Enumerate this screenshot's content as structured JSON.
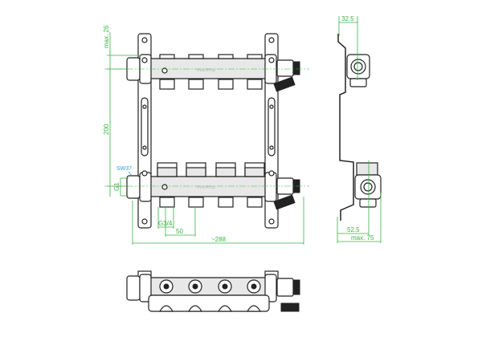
{
  "logo_text": "oventrop",
  "colors": {
    "dimension": "#3cb043",
    "wrench_size": "#2a9fd8",
    "outline": "#222222"
  },
  "front_view": {
    "dim_max_depth_top": "max. 26",
    "dim_height": "200",
    "dim_wrench_size": "SW37",
    "dim_inlet_thread": "G1",
    "dim_outlet_thread": "G3/4",
    "dim_outlet_spacing": "50",
    "dim_total_width": "~288",
    "outlets": 4
  },
  "side_view": {
    "dim_top": "32.5",
    "dim_bottom": "52.5",
    "dim_max_depth": "max. 75"
  }
}
